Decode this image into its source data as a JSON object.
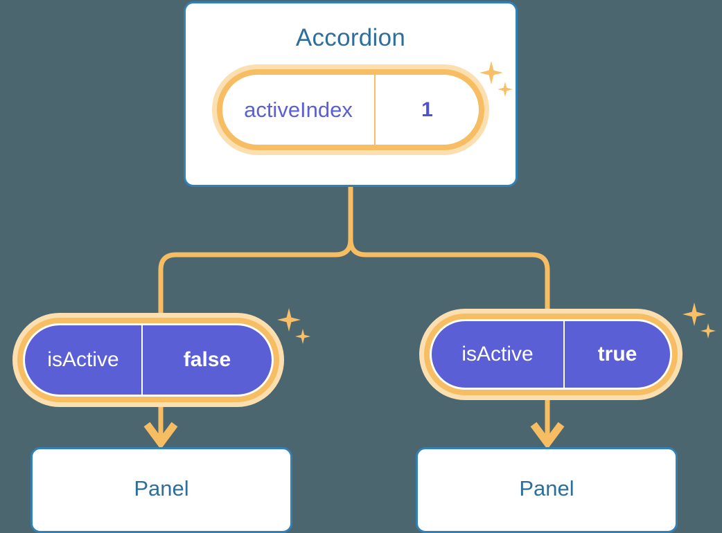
{
  "diagram": {
    "type": "component-state-tree",
    "background_color": "#4C6670",
    "accent_orange": "#F7BD62",
    "accent_blue": "#3380B4",
    "accent_purple": "#5B5FD6",
    "root": {
      "title": "Accordion",
      "state": {
        "key": "activeIndex",
        "value": "1"
      },
      "sparkle_icons": [
        "sparkle-large-icon",
        "sparkle-small-icon"
      ]
    },
    "children": [
      {
        "state": {
          "key": "isActive",
          "value": "false"
        },
        "sparkle_icons": [
          "sparkle-large-icon",
          "sparkle-small-icon"
        ],
        "panel": {
          "title": "Panel"
        },
        "arrow": "arrow-down-icon"
      },
      {
        "state": {
          "key": "isActive",
          "value": "true"
        },
        "sparkle_icons": [
          "sparkle-large-icon",
          "sparkle-small-icon"
        ],
        "panel": {
          "title": "Panel"
        },
        "arrow": "arrow-down-icon"
      }
    ]
  }
}
